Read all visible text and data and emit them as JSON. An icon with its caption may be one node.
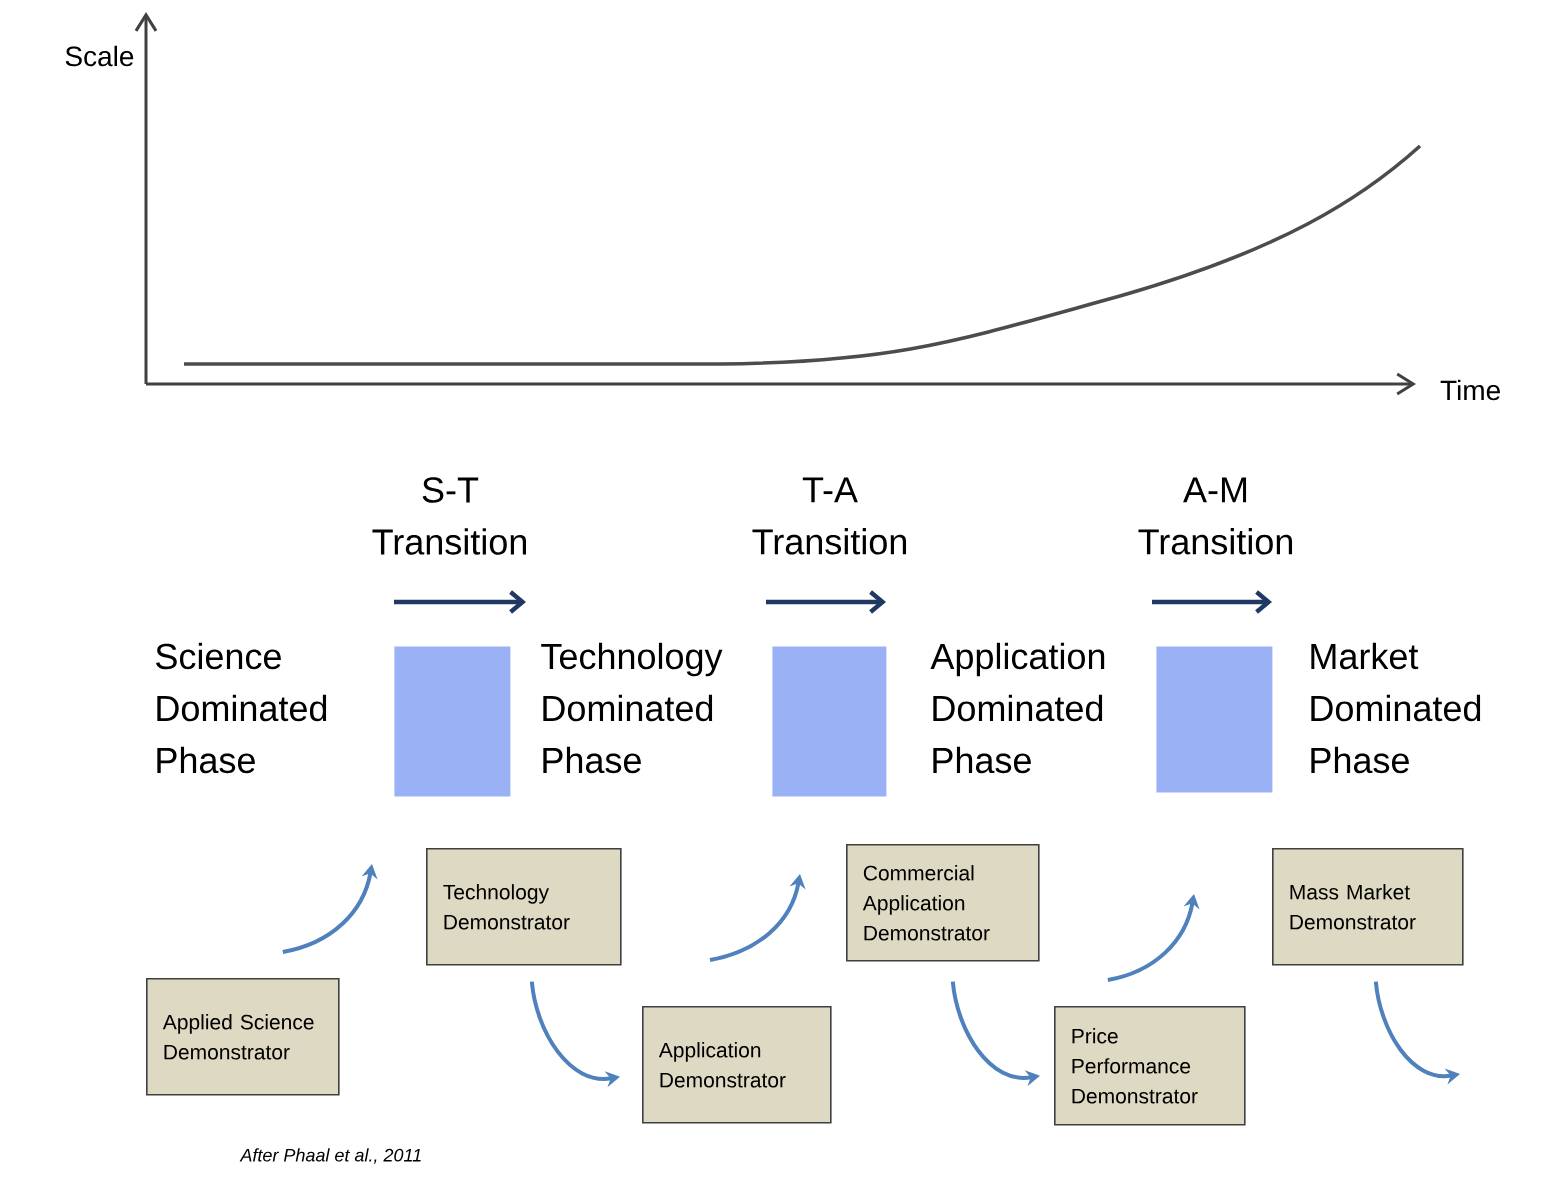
{
  "diagram": {
    "caption": "After Phaal et al., 2011",
    "nodes": [
      {
        "text": [],
        "shape": "box"
      },
      {
        "text": [],
        "shape": "box"
      },
      {
        "text": [],
        "shape": "box"
      },
      {
        "text": [
          "Technology Demonstrator"
        ]
      },
      {
        "text": [
          "Commercial Application Demonstrator"
        ]
      },
      {
        "text": [
          "Mass Market Demonstrator"
        ]
      },
      {
        "text": [
          "Applied Science Demonstrator"
        ]
      },
      {
        "text": [
          "Application Demonstrator"
        ]
      },
      {
        "text": [
          "Price Performance Demonstrator"
        ]
      }
    ],
    "edges": [
      {
        "from": 6,
        "to": null,
        "arrow": "to"
      },
      {
        "from": 3,
        "to": 7,
        "arrow": "to"
      },
      {
        "from": 4,
        "to": 8,
        "arrow": "to"
      },
      {
        "from": 8,
        "to": null,
        "arrow": "to"
      },
      {
        "from": 5,
        "to": null,
        "arrow": "to"
      }
    ],
    "labels": [
      "Scale",
      "Time",
      "S-T Transition",
      "T-A Transition",
      "A-M Transition",
      "Science Dominated Phase",
      "Technology Dominated Phase",
      "Application Dominated Phase",
      "Market Dominated Phase"
    ]
  }
}
